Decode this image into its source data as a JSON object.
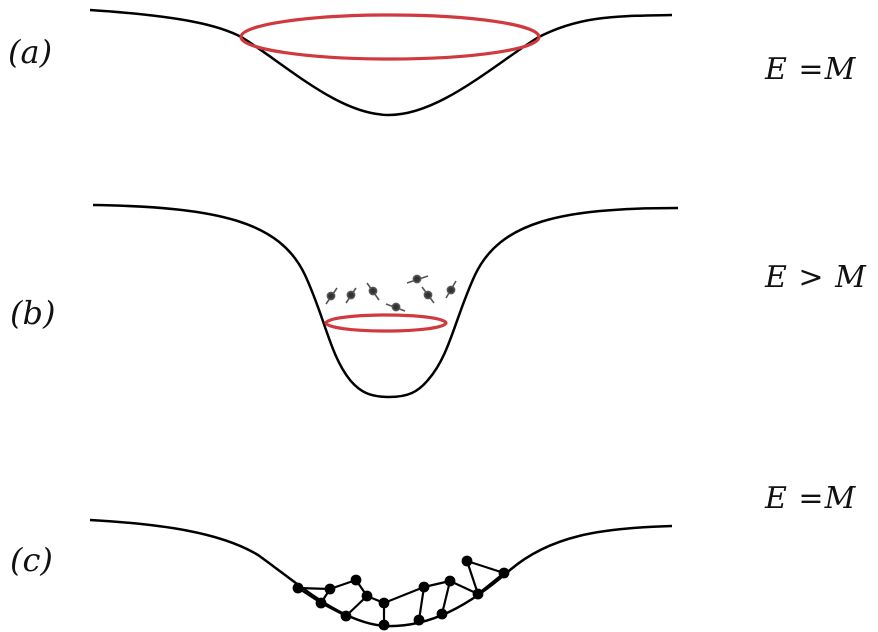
{
  "panels": [
    {
      "label": "(a)",
      "energy": "E =M"
    },
    {
      "label": "(b)",
      "energy": "E > M"
    },
    {
      "label": "(c)",
      "energy": "E =M"
    }
  ],
  "colors": {
    "curve": "#000000",
    "horizon_ring": "#d0393e",
    "particle": "#333333",
    "network": "#000000"
  }
}
